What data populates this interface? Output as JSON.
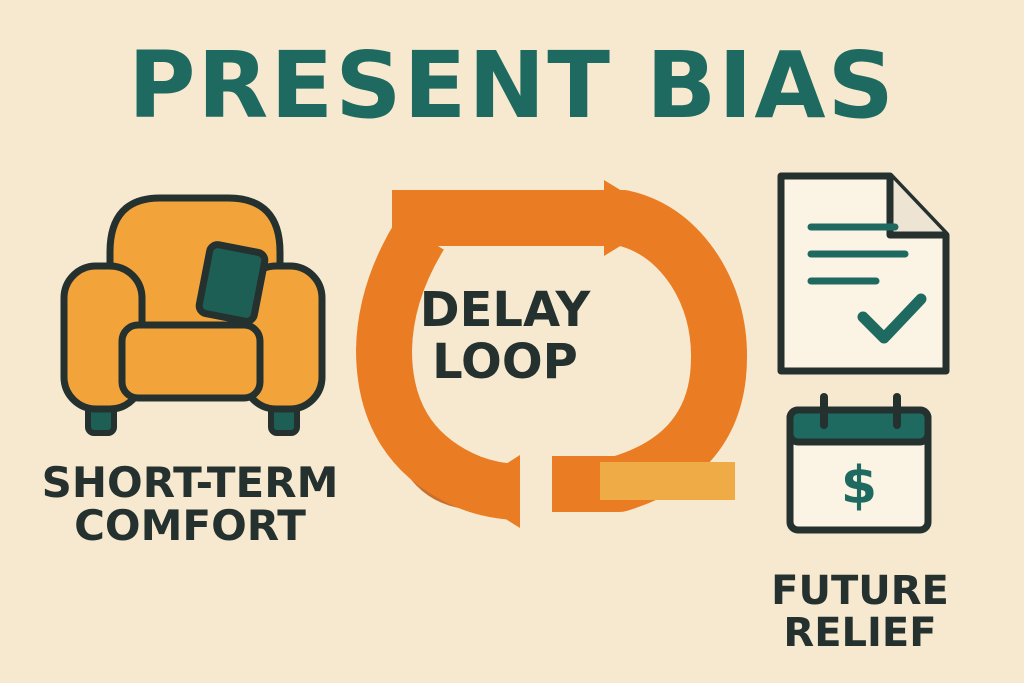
{
  "title": "PRESENT BIAS",
  "left_label_line1": "SHORT-TERM",
  "left_label_line2": "COMFORT",
  "center_label_line1": "DELAY",
  "center_label_line2": "LOOP",
  "right_label_line1": "FUTURE",
  "right_label_line2": "RELIEF",
  "colors": {
    "background": "#f7e9cf",
    "title": "#1f6a60",
    "orange": "#ea7d24",
    "chair": "#f2a33a",
    "dark": "#24312f"
  },
  "icons": {
    "left": "armchair-icon",
    "center": "loop-arrow-icon",
    "right_top": "document-check-icon",
    "right_bottom": "calendar-dollar-icon"
  }
}
